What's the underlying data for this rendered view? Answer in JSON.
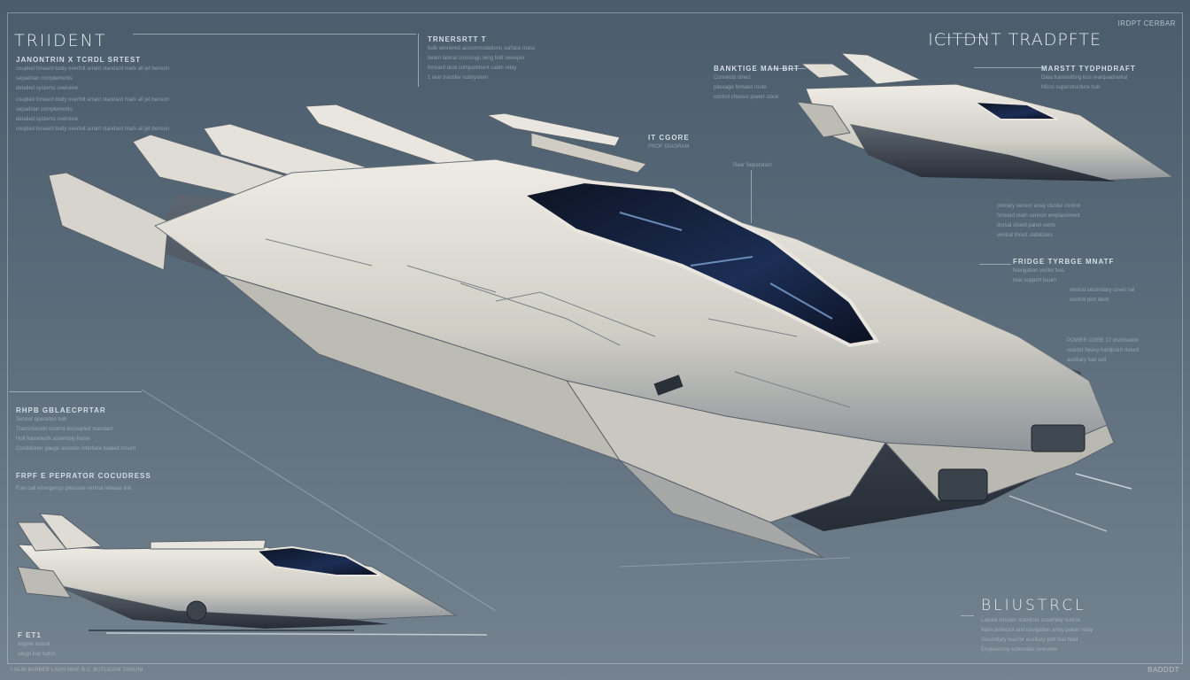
{
  "blueprint": {
    "title_left": "TRIIDENT",
    "title_right": "ICITDNT TRADPFTE",
    "title_bottom": "BLIUSTRCL",
    "corner_tag_top_right": "IRDPT CERBAR",
    "corner_tag_bottom_right": "BADDDT",
    "footer_text": "LIAUN BARBER  LAGH NINE  R.C. BUTLICANI TAISUNI",
    "callouts": [
      {
        "id": "top-left",
        "heading": "JANONTRIN X TCRDL SRTEST",
        "lines": [
          "coupled forward body overfolt arrant standard mark all jet benson",
          "sepadrian complements",
          "detailed systems overview"
        ]
      },
      {
        "id": "top-center",
        "heading": "TRNERSRTT T",
        "lines": [
          "bulk winnered accommodations surface mass",
          "beam lateral crossings wing fold sweeper",
          "forward dual compartment cabin relay",
          "1 rear transfer subsystem"
        ]
      },
      {
        "id": "upper-mid",
        "heading": "BANKTIGE MAN BRT",
        "lines": [
          "Connects direct",
          "passage forward route",
          "control chassis power stack"
        ]
      },
      {
        "id": "small-label-1",
        "heading": "IT CGORE",
        "lines": [
          "PROF DIAGRAM"
        ]
      },
      {
        "id": "small-label-2",
        "heading": "Rear Separation",
        "lines": []
      },
      {
        "id": "top-right",
        "heading": "MARSTT TYDPHDRAFT",
        "lines": [
          "Data transmitting bus rearquadrantal",
          "Micro superstructure hub"
        ]
      },
      {
        "id": "right-1",
        "heading": "",
        "lines": [
          "primary sensor array cluster control",
          "forward main cannon emplacement",
          "dorsal shield panel vents",
          "ventral thrust stabilizers"
        ]
      },
      {
        "id": "right-2",
        "heading": "FRIDGE TYRBGE MNATF",
        "lines": [
          "Navigation vector bus",
          "rear support beam",
          "ventral secondary cover rail",
          "control port deck"
        ]
      },
      {
        "id": "right-3",
        "heading": "",
        "lines": [
          "POWER CORE 17 distribution",
          "reactor heavy hardpoint mount",
          "auxiliary fuel cell"
        ]
      },
      {
        "id": "left-mid",
        "heading": "RHPB GBLAECPRTAR",
        "lines": [
          "Sensor operation hub",
          "Transmission control decoupled standard",
          "Hull framework assembly frame",
          "Conditioner gauge actuator interface loaded mount"
        ]
      },
      {
        "id": "left-low",
        "heading": "FRPF E PEPRATOR COCUDRESS",
        "lines": [
          "Fuel cell emergency pressure ventral release link"
        ]
      },
      {
        "id": "bottom-right",
        "heading": "",
        "lines": [
          "Lateral thruster stabilizer assembly outline",
          "Main deflector and navigation array power relay",
          "Secondary reactor auxiliary port fuel feed",
          "Engineering schematic overview"
        ]
      },
      {
        "id": "bottom-left",
        "heading": "F ET1",
        "lines": [
          "engine mount",
          "cargo bay hatch"
        ]
      }
    ]
  },
  "colors": {
    "background_top": "#4b5c6c",
    "background_bottom": "#74838f",
    "hull": "#d9d8d0",
    "hull_shadow": "#6f7a84",
    "canopy": "#1a2a48",
    "lines": "#c8d4de"
  }
}
